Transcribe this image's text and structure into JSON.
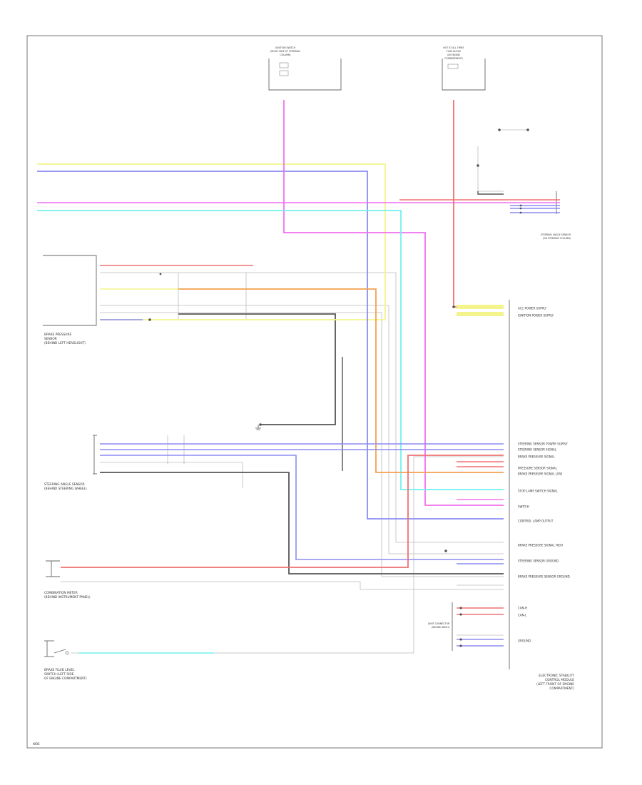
{
  "colors": {
    "yel": "#f4f48c",
    "blu": "#8c8cf4",
    "pnk": "#f070f0",
    "red": "#f07070",
    "ltgrn": "#70f0f0",
    "org": "#f4a050",
    "gry": "#c8c8c8",
    "dark": "#555555",
    "frame": "#777777"
  },
  "page_code": "WDS",
  "left_components": [
    {
      "lines": [
        "BRAKE PRESSURE",
        "SENSOR",
        "(BEHIND LEFT HEADLIGHT)"
      ]
    },
    {
      "lines": [
        "STEERING ANGLE SENSOR",
        "(BEHIND STEERING WHEEL)"
      ]
    },
    {
      "lines": [
        "COMBINATION METER",
        "(BEHIND INSTRUMENT PANEL)"
      ]
    },
    {
      "lines": [
        "BRAKE FLUID LEVEL",
        "SWITCH (LEFT SIDE",
        "OF ENGINE COMPARTMENT)"
      ]
    }
  ],
  "top_components": [
    {
      "lines": [
        "IGNITION SWITCH",
        "(RIGHT SIDE OF STEERING",
        "COLUMN)"
      ]
    },
    {
      "lines": [
        "HOT AT ALL TIMES",
        "FUSE BLOCK",
        "(IN ENGINE",
        "COMPARTMENT)"
      ]
    }
  ],
  "right_components": [
    {
      "lines": [
        "STEERING ANGLE SENSOR",
        "(ON STEERING COLUMN)"
      ]
    },
    {
      "lines": [
        "ELECTRONIC STABILITY",
        "CONTROL MODULE",
        "(LEFT FRONT OF ENGINE",
        "COMPARTMENT)"
      ]
    },
    {
      "lines": [
        "JOINT CONNECTOR",
        "(BEHIND DASH)"
      ]
    }
  ],
  "module_pin_labels": [
    "ACC POWER SUPPLY",
    "IGNITION POWER SUPPLY",
    "STEERING SENSOR POWER SUPPLY",
    "STEERING SENSOR SIGNAL",
    "BRAKE PRESSURE SIGNAL",
    "PRESSURE SENSOR SIGNAL",
    "BRAKE PRESSURE SIGNAL LOW",
    "STOP LAMP SWITCH SIGNAL",
    "SWITCH",
    "CONTROL LAMP OUTPUT",
    "BRAKE PRESSURE SIGNAL HIGH",
    "STEERING SENSOR GROUND",
    "BRAKE PRESSURE SENSOR GROUND",
    "CAN-H",
    "CAN-L",
    "GROUND"
  ]
}
